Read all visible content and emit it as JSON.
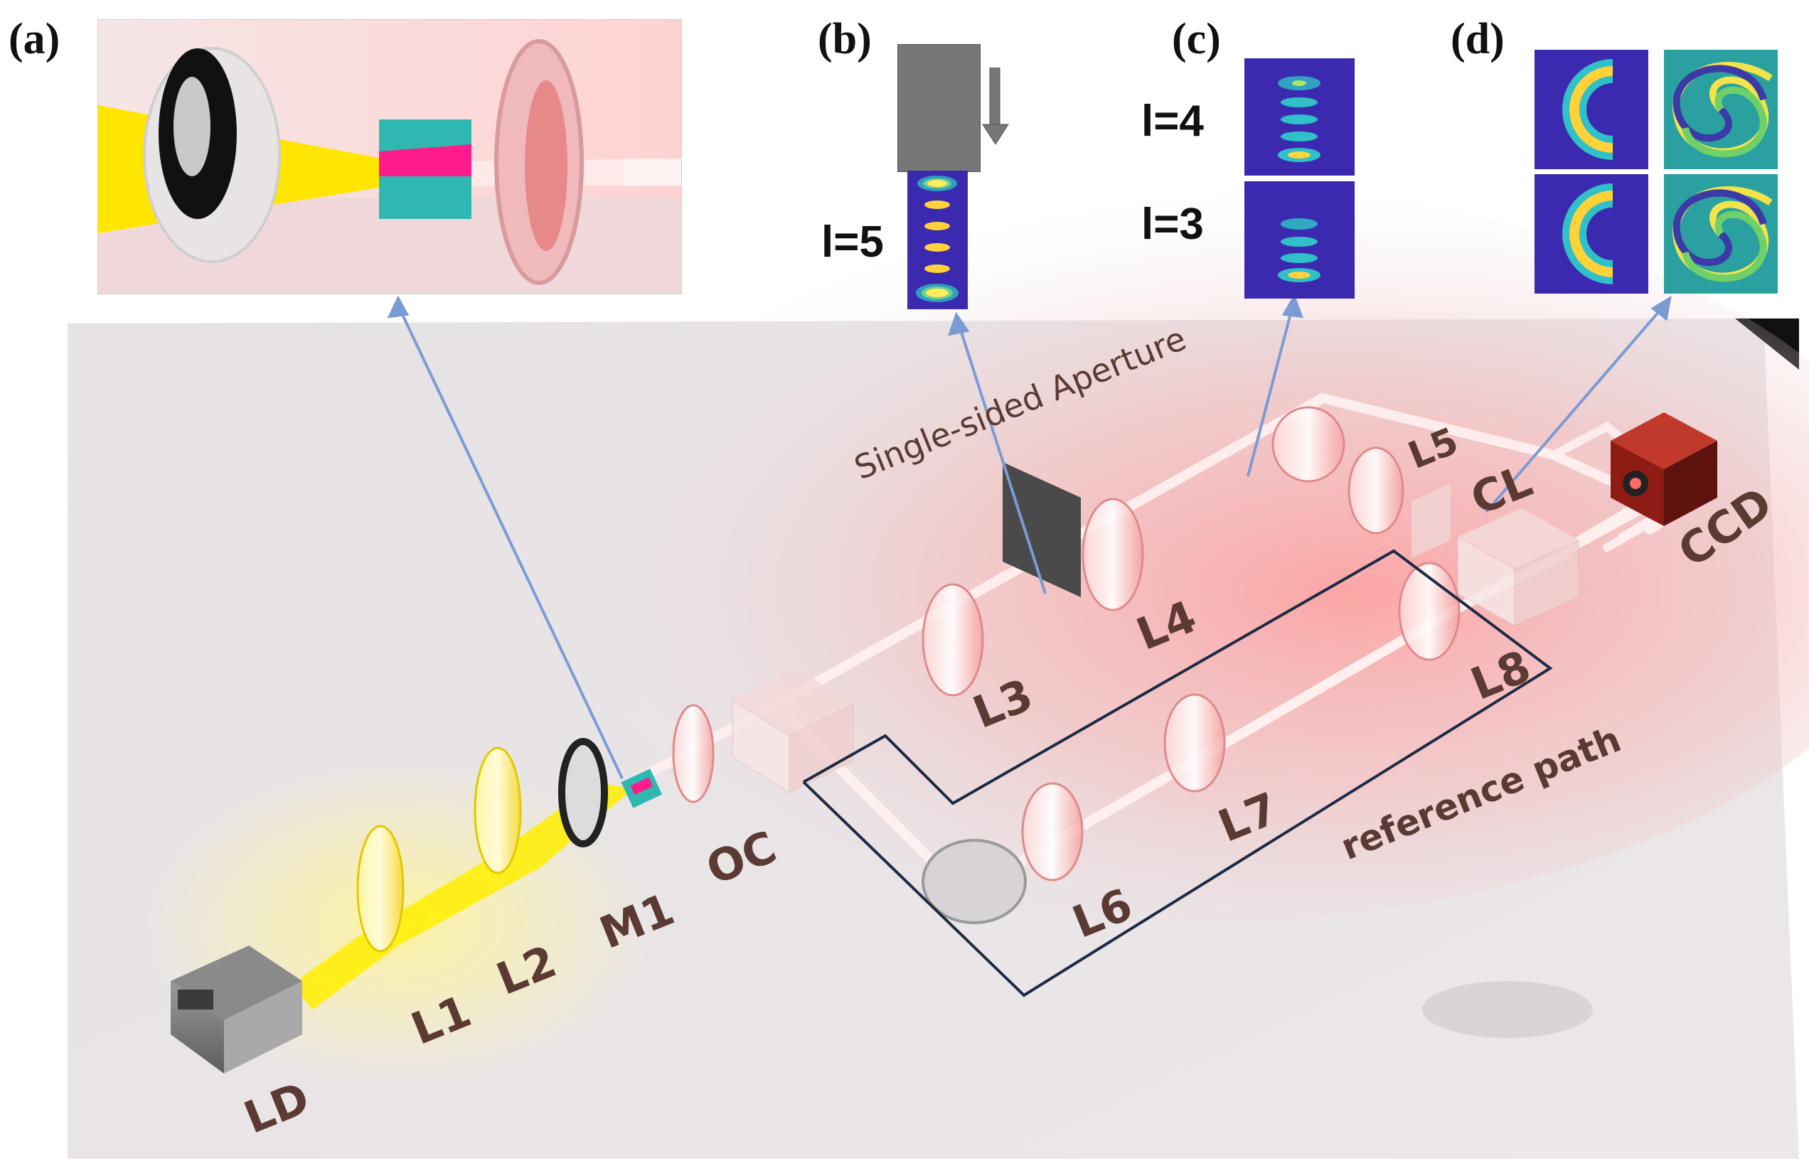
{
  "panels": {
    "a": {
      "label": "(a)"
    },
    "b": {
      "label": "(b)",
      "mode_label": "l=5"
    },
    "c": {
      "label": "(c)",
      "mode_labels": [
        "l=4",
        "l=3"
      ]
    },
    "d": {
      "label": "(d)"
    }
  },
  "setup": {
    "components": {
      "ld": "LD",
      "l1": "L1",
      "l2": "L2",
      "m1": "M1",
      "oc": "OC",
      "l3": "L3",
      "l4": "L4",
      "l5": "L5",
      "cl": "CL",
      "ccd": "CCD",
      "l6": "L6",
      "l7": "L7",
      "l8": "L8"
    },
    "aperture_label": "Single-sided Aperture",
    "reference_label": "reference path"
  },
  "colors": {
    "pump": "#ffe600",
    "laser": "#ff3b3b",
    "connector": "#7a9bd4",
    "reference_box": "#1c2a44",
    "mode_background": "#3b2ab0"
  }
}
